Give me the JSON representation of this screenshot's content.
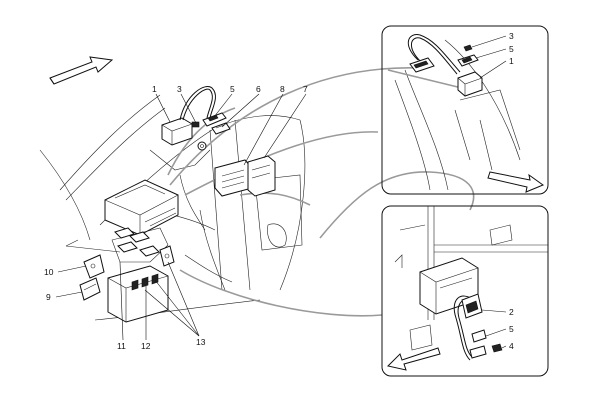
{
  "diagram": {
    "callouts": [
      {
        "label": "1"
      },
      {
        "label": "3"
      },
      {
        "label": "5"
      },
      {
        "label": "6"
      },
      {
        "label": "8"
      },
      {
        "label": "7"
      },
      {
        "label": "10"
      },
      {
        "label": "9"
      },
      {
        "label": "11"
      },
      {
        "label": "12"
      },
      {
        "label": "13"
      }
    ],
    "inset_top": {
      "callouts": [
        {
          "label": "3"
        },
        {
          "label": "5"
        },
        {
          "label": "1"
        }
      ]
    },
    "inset_bottom": {
      "callouts": [
        {
          "label": "2"
        },
        {
          "label": "5"
        },
        {
          "label": "4"
        }
      ]
    }
  }
}
